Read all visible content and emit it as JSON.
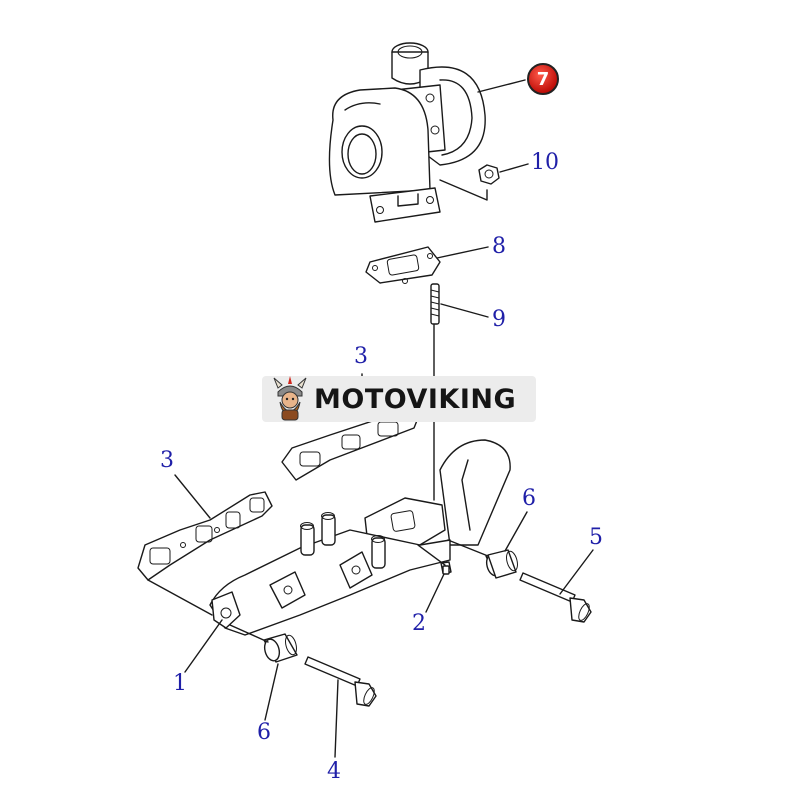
{
  "watermark": {
    "text": "MOTOVIKING"
  },
  "callouts": {
    "c1": "1",
    "c2": "2",
    "c3a": "3",
    "c3b": "3",
    "c4": "4",
    "c5": "5",
    "c6a": "6",
    "c6b": "6",
    "c7": "7",
    "c8": "8",
    "c9": "9",
    "c10": "10"
  },
  "colors": {
    "callout": "#1f1fa8",
    "highlight_badge": "#d0140c",
    "line_art": "#1a1a1a"
  },
  "icons": {
    "logo": "viking-mascot-icon"
  }
}
